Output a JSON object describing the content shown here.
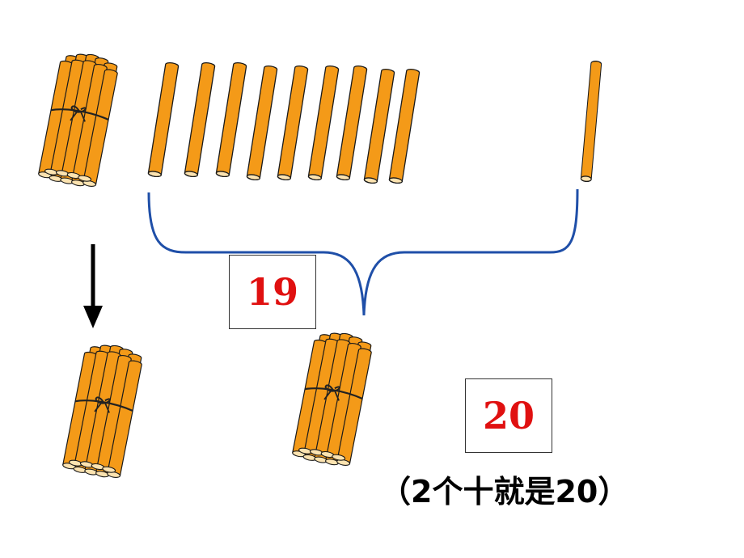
{
  "labels": {
    "count_before": "19",
    "count_after": "20",
    "explanation": "（2个十就是20）"
  },
  "colors": {
    "stick_fill": "#F49A18",
    "stick_outline": "#1a1a1a",
    "stick_end": "#FCE3B0",
    "brace": "#1F4FA8",
    "arrow": "#000000",
    "number": "#e01010",
    "string": "#222222"
  },
  "scene": {
    "loose_sticks": 10,
    "bundles": 3,
    "sticks_per_bundle": 10,
    "icons": [
      "bundle-of-ten",
      "single-stick",
      "curly-brace",
      "down-arrow"
    ]
  }
}
